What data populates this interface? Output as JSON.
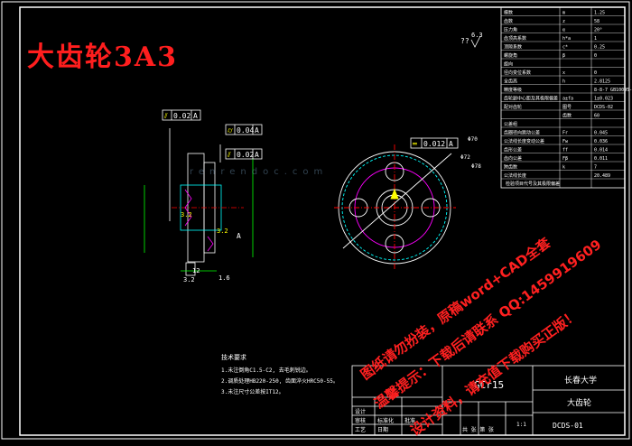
{
  "drawing": {
    "title_cn": "大齿轮3A3",
    "surface_finish_top": "??",
    "surface_finish_top_value": "6.3",
    "material": "GCr15",
    "school": "长春大学",
    "part_name": "大齿轮",
    "drawing_no": "DCDS-01",
    "scale": "1:1"
  },
  "tolerance_frames": {
    "left_top": {
      "symbol": "⫽",
      "value": "0.02",
      "datum": "A"
    },
    "mid_1": {
      "symbol": "⌭",
      "value": "0.04",
      "datum": "A"
    },
    "mid_2": {
      "symbol": "⫽",
      "value": "0.02",
      "datum": "A"
    },
    "right": {
      "symbol": "═",
      "value": "0.012",
      "datum": "A"
    }
  },
  "dimensions": {
    "roughness_a": "3.2",
    "roughness_b": "3.2",
    "roughness_c": "1.6",
    "roughness_d": "3.2",
    "len_12": "12",
    "datum_a": "A",
    "phi_70": "Φ70",
    "phi_72": "Φ72",
    "phi_78": "Φ78"
  },
  "param_table": {
    "rows": [
      [
        "模数",
        "m",
        "1.25"
      ],
      [
        "齿数",
        "z",
        "58"
      ],
      [
        "压力角",
        "α",
        "20°"
      ],
      [
        "齿顶高系数",
        "h*a",
        "1"
      ],
      [
        "顶隙系数",
        "c*",
        "0.25"
      ],
      [
        "螺旋角",
        "β",
        "0"
      ],
      [
        "旋向",
        "",
        ""
      ],
      [
        "径向变位系数",
        "x",
        "0"
      ],
      [
        "全齿高",
        "h",
        "2.8125"
      ],
      [
        "精度等级",
        "",
        "8-8-7 GB10095-88"
      ],
      [
        "齿轮副中心距及其极限偏差",
        "a±fa",
        "1±0.023"
      ],
      [
        "配对齿轮",
        "图号",
        "DCDS-02"
      ],
      [
        "",
        "齿数",
        "60"
      ],
      [
        "公差组",
        "",
        ""
      ],
      [
        "齿圈径向跳动公差",
        "Fr",
        "0.045"
      ],
      [
        "公法线长度变动公差",
        "Fw",
        "0.036"
      ],
      [
        "齿形公差",
        "ff",
        "0.014"
      ],
      [
        "齿向公差",
        "Fβ",
        "0.011"
      ],
      [
        "跨齿数",
        "k",
        "7"
      ],
      [
        "公法线长度",
        "",
        "20.489"
      ]
    ],
    "footer": "检验项目代号及其极限偏差"
  },
  "notes": {
    "heading": "技术要求",
    "items": [
      "1.未注倒角C1.5-C2, 去毛刺锐边。",
      "2.调质处理HB220-250, 齿面淬火HRC50-55。",
      "3.未注尺寸公差按IT12。"
    ]
  },
  "title_block": {
    "designer_label": "设计",
    "checker_label": "审核",
    "process_label": "工艺",
    "approve_label": "批准",
    "standard_label": "标准化",
    "date_label": "日期",
    "sheet_label": "共 张 第 张"
  },
  "watermark": {
    "line1": "图纸请勿扮装，原稿word+CAD全套",
    "line2": "温馨提示：下载后请联系 QQ:1459919609",
    "line3": "设计资料，请充值下载购买正版！",
    "logo": "renrendoc.com"
  }
}
